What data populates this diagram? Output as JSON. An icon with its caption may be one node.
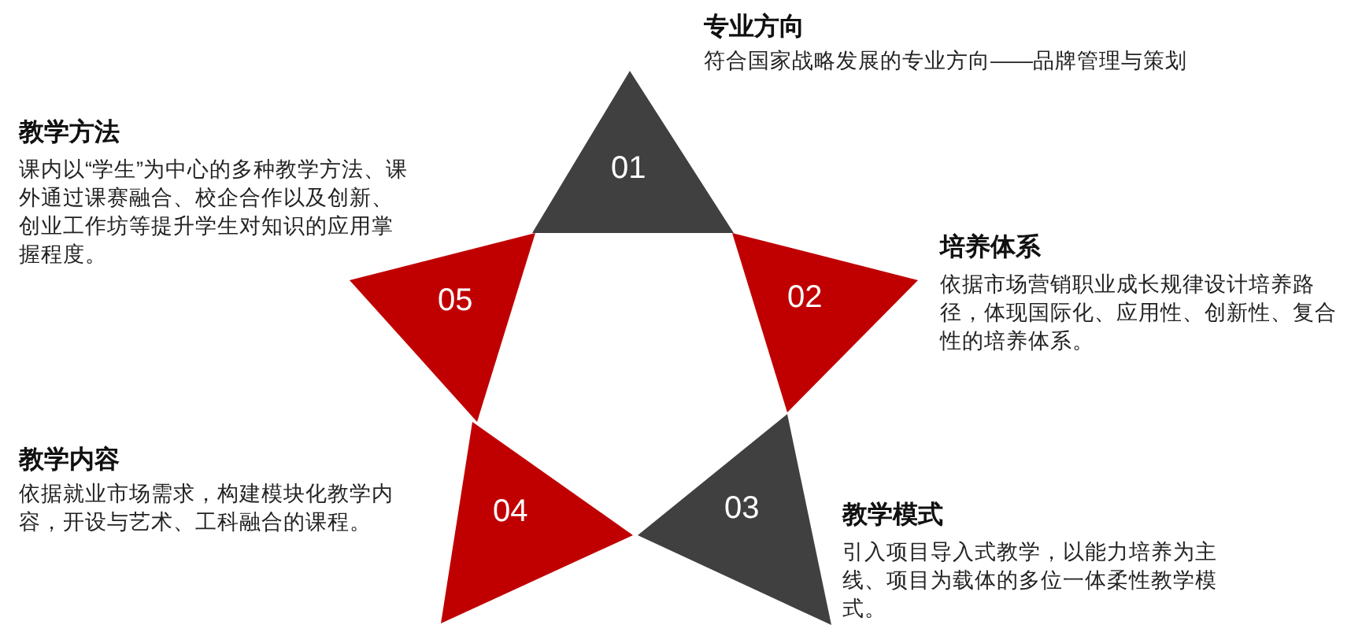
{
  "diagram": {
    "nodes": [
      {
        "text": [
          "01"
        ],
        "beside": [
          "专业方向",
          "符合国家战略发展的专业方向——品牌管理与策划"
        ]
      },
      {
        "text": [
          "02"
        ],
        "beside": [
          "培养体系",
          "依据市场营销职业成长规律设计培养路径，体现国际化、应用性、创新性、复合性的培养体系。"
        ]
      },
      {
        "text": [
          "03"
        ],
        "beside": [
          "教学模式",
          "引入项目导入式教学，以能力培养为主线、项目为载体的多位一体柔性教学模式。"
        ]
      },
      {
        "text": [
          "04"
        ],
        "beside": [
          "教学内容",
          "依据就业市场需求，构建模块化教学内容，开设与艺术、工科融合的课程。"
        ]
      },
      {
        "text": [
          "05"
        ],
        "beside": [
          "教学方法",
          "课内以“学生”为中心的多种教学方法、课外通过课赛融合、校企合作以及创新、创业工作坊等提升学生对知识的应用掌握程度。"
        ]
      }
    ]
  }
}
